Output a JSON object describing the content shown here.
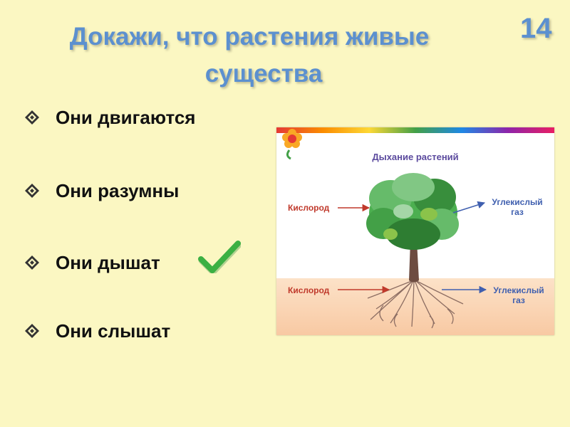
{
  "title_lines": [
    "Докажи, что растения живые",
    "существа"
  ],
  "slide_number": "14",
  "bullets": [
    {
      "label": "Они двигаются"
    },
    {
      "label": "Они разумны"
    },
    {
      "label": "Они дышат"
    },
    {
      "label": "Они слышат"
    }
  ],
  "figure": {
    "title": "Дыхание растений",
    "oxygen_top": "Кислород",
    "co2_top_line1": "Углекислый",
    "co2_top_line2": "газ",
    "oxygen_bottom": "Кислород",
    "co2_bottom_line1": "Углекислый",
    "co2_bottom_line2": "газ"
  },
  "icons": {
    "bullet": "diamond-bullet-icon",
    "check": "checkmark-icon",
    "flower": "flower-icon"
  },
  "colors": {
    "background": "#FBF7C2",
    "title": "#5C90CF",
    "check": "#3CB043",
    "oxygen": "#C0392B",
    "co2": "#3F5FAF"
  }
}
